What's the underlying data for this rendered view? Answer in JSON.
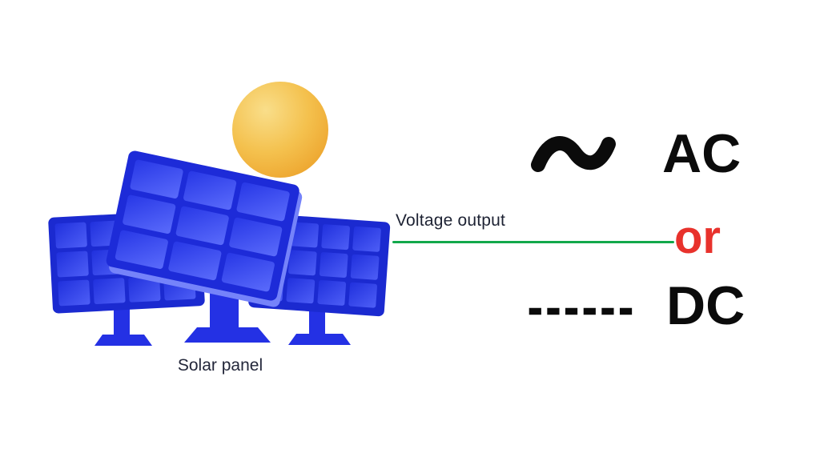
{
  "page": {
    "background": "#ffffff"
  },
  "solar": {
    "label": "Solar panel"
  },
  "connector": {
    "label": "Voltage output",
    "line_color": "#12a84b"
  },
  "outputs": {
    "ac_label": "AC",
    "ac_symbol_name": "sine-wave-tilde",
    "or_label": "or",
    "or_color": "#e8322c",
    "dc_label": "DC",
    "dc_dashes": "------",
    "symbol_color": "#0b0b0b"
  },
  "illustration": {
    "sun_color": "#f4c14e",
    "sun_highlight": "#f9de8a",
    "panel_frame_color": "#1d2bd8",
    "panel_cell_color_light": "#5a6bfb",
    "panel_cell_color_dark": "#2737e6",
    "panel_side_edge_color": "#7583fa",
    "leg_color": "#2431e4"
  }
}
